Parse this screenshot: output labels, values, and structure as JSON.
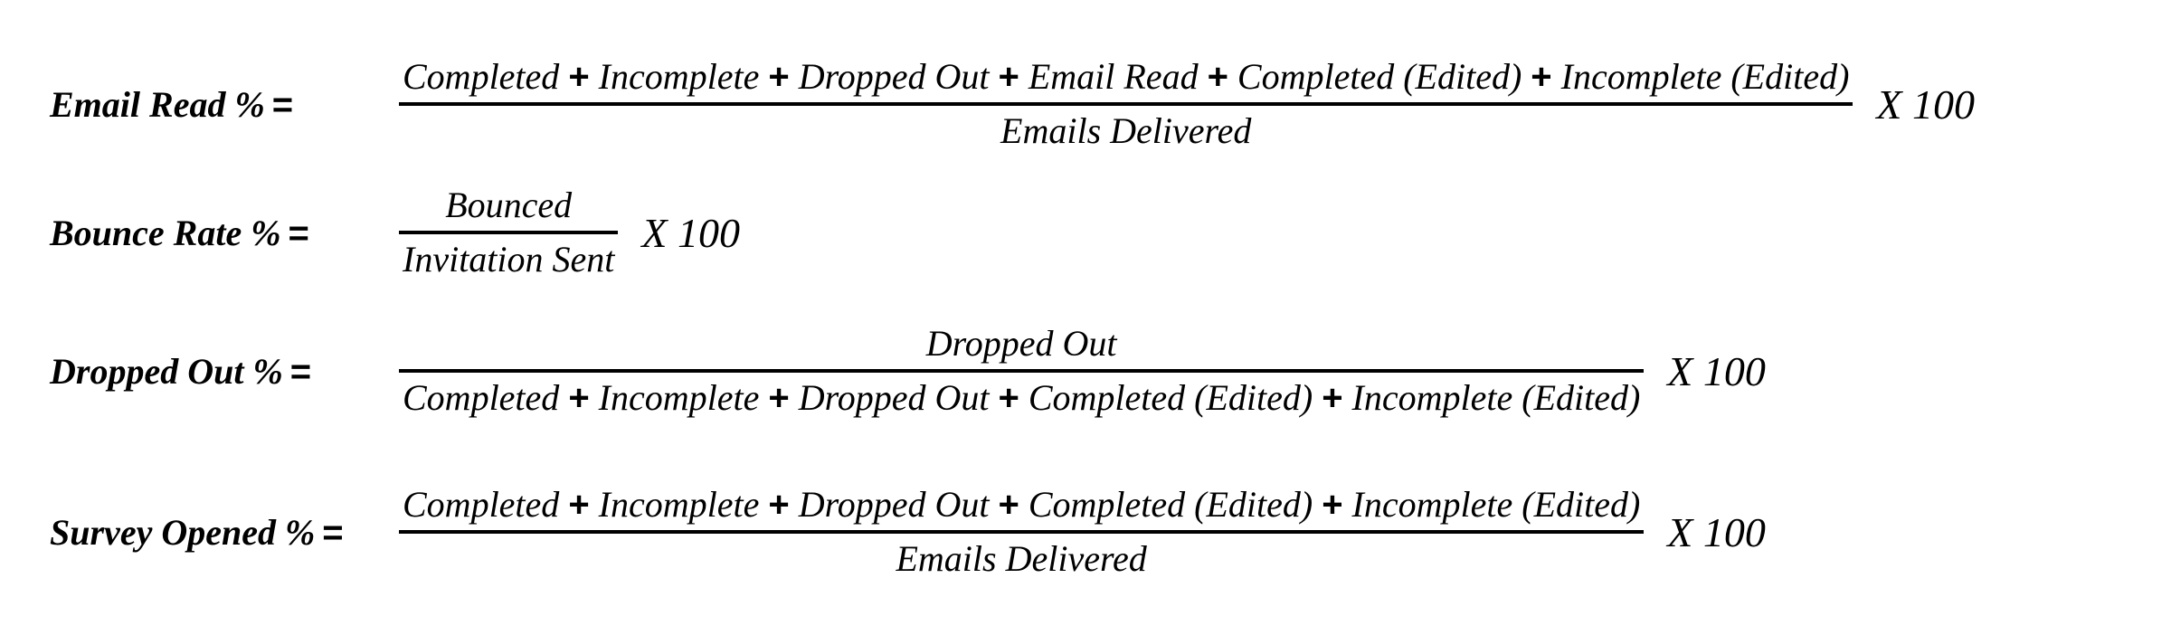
{
  "operator": "+",
  "equals": "=",
  "formulas": [
    {
      "label": "Email Read %",
      "numerator_terms": [
        "Completed",
        "Incomplete",
        "Dropped Out",
        "Email Read",
        "Completed (Edited)",
        "Incomplete (Edited)"
      ],
      "denominator_terms": [
        "Emails Delivered"
      ],
      "multiplier": "X 100"
    },
    {
      "label": "Bounce Rate %",
      "numerator_terms": [
        "Bounced"
      ],
      "denominator_terms": [
        "Invitation Sent"
      ],
      "multiplier": "X 100"
    },
    {
      "label": "Dropped Out %",
      "numerator_terms": [
        "Dropped Out"
      ],
      "denominator_terms": [
        "Completed",
        "Incomplete",
        "Dropped Out",
        "Completed (Edited)",
        "Incomplete (Edited)"
      ],
      "multiplier": "X 100"
    },
    {
      "label": "Survey Opened %",
      "numerator_terms": [
        "Completed",
        "Incomplete",
        "Dropped Out",
        "Completed (Edited)",
        "Incomplete (Edited)"
      ],
      "denominator_terms": [
        "Emails Delivered"
      ],
      "multiplier": "X 100"
    }
  ]
}
